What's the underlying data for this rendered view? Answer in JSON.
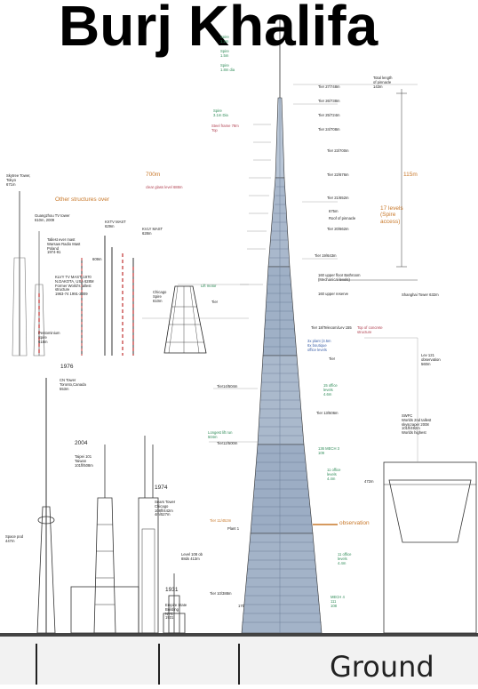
{
  "title": "Burj Khalifa",
  "ground": "Ground",
  "colors": {
    "tower": "#aab9cc",
    "tower_dark": "#6d7f98",
    "green": "#2e8b57",
    "orange": "#c8782a",
    "red": "#b04050"
  },
  "labels": {
    "spire_top": "Spire\n1.2m",
    "spire_2": "Spire\n1.5m",
    "spire_3": "Spire\n1.8m dia",
    "total_spire": "Total length\nof pinnacle\n143m",
    "steel_frame": "Steel frame 78m\nTop",
    "spire_dia": "Spire\n3.1m Dia",
    "h700": "700m",
    "clear_glass": "clear glass level 688m",
    "other_structures": "Other structures over",
    "skytree": "Skytree Tower,\nTokyo\n671m",
    "guangzhou": "Guangzhou TV tower\n610m, 2009",
    "warsaw": "Tallest ever mast\nWarsaw Radio Mast\nPoland\n1974-91",
    "kvly": "KLVY TV MAST, 1970\nN.DAKOTA, USA 628M\nFormer World's tallest\nstructure\n1963-74  1991-2009",
    "kxtv": "KXTV MAST\n629m",
    "kvly2": "KVLY MAST\n628m",
    "mast609": "609m",
    "pentominium": "Pentominium\nSpire\n618m",
    "chicago_spire": "Chicago\nSpire\n610m",
    "tier_label": "Tier",
    "y1976": "1976",
    "cn_tower": "CN Tower\nToronto,Canada\n553m",
    "y2004": "2004",
    "taipei": "Taipei 101\nTaiwan\n101fl/508m",
    "y1974": "1974",
    "sears": "Sears Tower\nChicago\n108fl/442m\n4m/527m",
    "space_pod": "Space pod\n447m",
    "y1931": "1931",
    "empire": "Empire State\nBuilding\nNYC\n1931",
    "empire_h": "Level 108 ob\n88ds 413m",
    "tier27": "Tier 27/748m",
    "tier26": "Tier 26/738m",
    "tier25": "Tier 25/724m",
    "tier24": "Tier 24/708m",
    "tier23": "Tier 23/700m",
    "tier22": "Tier 22/676m",
    "tier21": "Tier 21/652m",
    "roof_pinnacle": "Roof of pinnacle",
    "h675": "675m",
    "tier20": "Tier 20/662m",
    "h115": "115m",
    "spire_levels": "17 levels\n(Spire\naccess)",
    "tier19": "Tier 19/643m",
    "lift_mech": "160 upper floor Bathroom\n(Mechanical levels)",
    "upper_reserve": "160 upper reserve",
    "lift_motor": "Lift motor",
    "shanghai": "Shanghai Tower 632m",
    "tier18": "Tier 18/Telecom/Lev 155",
    "top_concrete": "Top of concrete\nstructure",
    "boutique": "3x plant (3.5m\n6x boutique\noffice levels",
    "tier_b": "Tier",
    "lev121": "Lev 121\nobservation\n560m",
    "tier14": "Tier14/504m",
    "office15": "15 office\nlevels\n4.6m",
    "tier13": "Tier 13/506m",
    "longest_lift": "Longest lift run\n504m",
    "tier12": "Tier12/500m",
    "mech3": "136 MECH 3\n109",
    "office11": "11 office\nlevels\n4.4m",
    "swfc": "SWFC\nWorlds 2nd tallest\nskyscraper 2008\n101fl/492m\nWorlds highest",
    "h472": "472m",
    "tier11": "Tier 11/452m",
    "plant1": "Plant 1",
    "observation": "observation",
    "office11b": "11 office\nlevels\n4.4m",
    "tier10": "Tier 10/388m",
    "mech4": "MECH 4\n111\n108",
    "lev170": "170"
  }
}
